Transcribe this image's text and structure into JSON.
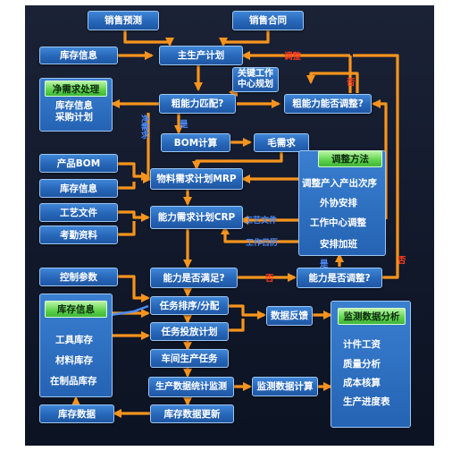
{
  "nodes": {
    "sales_forecast": "销售预测",
    "sales_contract": "销售合同",
    "inventory_info_top": "库存信息",
    "mps": "主生产计划",
    "key_wc_plan": "关键工作\n中心规划",
    "net_req_title": "净需求处理",
    "net_req_body": "库存信息\n采购计划",
    "rough_cap_match": "粗能力匹配?",
    "rough_cap_adjust": "粗能力能否调整?",
    "bom_calc": "BOM计算",
    "gross_req": "毛需求",
    "product_bom": "产品BOM",
    "inventory_info_mid": "库存信息",
    "mrp": "物料需求计划MRP",
    "process_doc": "工艺文件",
    "attendance": "考勤资料",
    "crp": "能力需求计划CRP",
    "adjust_title": "调整方法",
    "adjust_items": [
      "调整产入产出次序",
      "外协安排",
      "工作中心调整",
      "安排加班"
    ],
    "control_params": "控制参数",
    "capacity_ok": "能力是否满足?",
    "capacity_adjust": "能力是否调整?",
    "inv_panel_title": "库存信息",
    "inv_panel_items": [
      "工具库存",
      "材料库存",
      "在制品库存"
    ],
    "task_sort": "任务排序/分配",
    "data_feedback": "数据反馈",
    "task_release": "任务投放计划",
    "shop_tasks": "车间生产任务",
    "prod_stats": "生产数据统计监测",
    "monitor_calc": "监测数据计算",
    "analysis_title": "监测数据分析",
    "analysis_items": [
      "计件工资",
      "质量分析",
      "成本核算",
      "生产进度表"
    ],
    "inventory_data": "库存数据",
    "inventory_update": "库存数据更新"
  },
  "labels": {
    "adjust": "调整",
    "no_1": "否",
    "no_2": "否",
    "no_3": "否",
    "yes_1": "是",
    "yes_2": "是",
    "net_req_side": "净需求",
    "process_doc_side": "工艺文件",
    "work_calendar": "工作日历"
  },
  "colors": {
    "arrow": "#f7941d",
    "box": "#2f74c8",
    "green": "#5ed24a",
    "red_label": "#ff3b1f",
    "blue_label": "#4b8cff"
  }
}
